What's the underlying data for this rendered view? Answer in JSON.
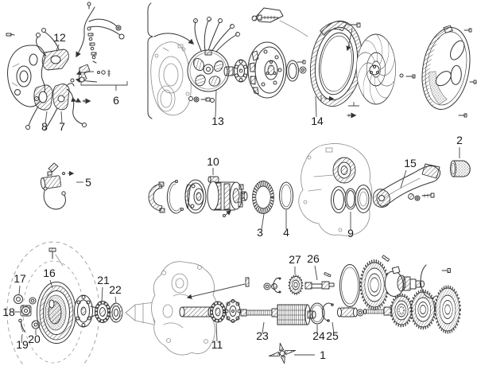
{
  "diagram": {
    "type": "exploded-parts-diagram",
    "background_color": "#ffffff",
    "line_color": "#333333",
    "label_color": "#1a1a1a",
    "callout_count": 27
  },
  "labels": [
    "1",
    "2",
    "3",
    "4",
    "5",
    "6",
    "7",
    "8",
    "9",
    "10",
    "11",
    "12",
    "13",
    "14",
    "15",
    "16",
    "17",
    "18",
    "19",
    "20",
    "21",
    "22",
    "23",
    "24",
    "25",
    "26",
    "27"
  ]
}
